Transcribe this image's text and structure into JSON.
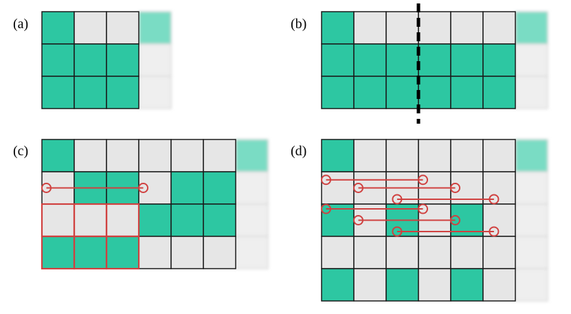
{
  "colors": {
    "filled": "#2dc7a2",
    "empty": "#e6e6e6",
    "grid_line": "#1a1a1a",
    "faded_filled": "#7adcc4",
    "faded_empty": "#efefef",
    "highlight": "#d0403f",
    "divider": "#000000"
  },
  "panels": [
    {
      "id": "a",
      "label": "(a)",
      "grid": [
        [
          1,
          0,
          0
        ],
        [
          1,
          1,
          1
        ],
        [
          1,
          1,
          1
        ]
      ],
      "faded_column": [
        1,
        0,
        0
      ],
      "dashed_split_after_col": null,
      "highlight_boxes": [],
      "links": []
    },
    {
      "id": "b",
      "label": "(b)",
      "grid": [
        [
          1,
          0,
          0,
          0,
          0,
          0
        ],
        [
          1,
          1,
          1,
          1,
          1,
          1
        ],
        [
          1,
          1,
          1,
          1,
          1,
          1
        ]
      ],
      "faded_column": [
        1,
        0,
        0
      ],
      "dashed_split_after_col": 3,
      "highlight_boxes": [],
      "links": []
    },
    {
      "id": "c",
      "label": "(c)",
      "grid": [
        [
          1,
          0,
          0,
          0,
          0,
          0
        ],
        [
          0,
          1,
          1,
          0,
          1,
          1
        ],
        [
          0,
          0,
          0,
          1,
          1,
          1
        ],
        [
          1,
          1,
          1,
          0,
          0,
          0
        ]
      ],
      "faded_column": [
        1,
        0,
        0,
        0
      ],
      "dashed_split_after_col": null,
      "highlight_boxes": [
        {
          "row": 2,
          "col": 0
        },
        {
          "row": 2,
          "col": 1
        },
        {
          "row": 2,
          "col": 2
        },
        {
          "row": 3,
          "col": 0
        },
        {
          "row": 3,
          "col": 1
        },
        {
          "row": 3,
          "col": 2
        }
      ],
      "links": [
        {
          "row": 1.5,
          "from_col": 0.5,
          "to_col": 3.5
        }
      ]
    },
    {
      "id": "d",
      "label": "(d)",
      "grid": [
        [
          1,
          0,
          0,
          0,
          0,
          0
        ],
        [
          0,
          0,
          0,
          0,
          0,
          0
        ],
        [
          1,
          0,
          1,
          0,
          1,
          0
        ],
        [
          0,
          0,
          0,
          0,
          0,
          0
        ],
        [
          1,
          0,
          1,
          0,
          1,
          0
        ]
      ],
      "faded_column": [
        1,
        0,
        0,
        0,
        0
      ],
      "dashed_split_after_col": null,
      "highlight_boxes": [],
      "links": [
        {
          "row": 1.25,
          "from_col": 0.5,
          "to_col": 3.5
        },
        {
          "row": 1.5,
          "from_col": 1.5,
          "to_col": 4.5
        },
        {
          "row": 1.85,
          "from_col": 2.7,
          "to_col": 5.7
        },
        {
          "row": 2.15,
          "from_col": 0.5,
          "to_col": 3.5
        },
        {
          "row": 2.5,
          "from_col": 1.5,
          "to_col": 4.5
        },
        {
          "row": 2.85,
          "from_col": 2.7,
          "to_col": 5.7
        }
      ]
    }
  ]
}
